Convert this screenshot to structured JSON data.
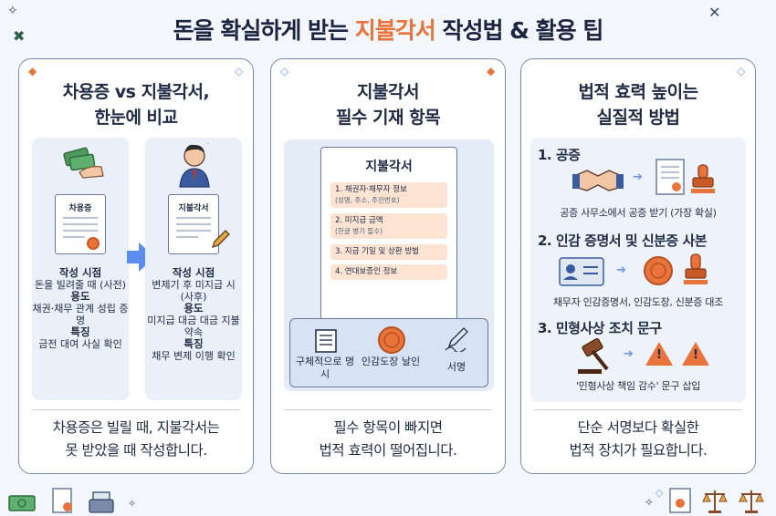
{
  "header": {
    "title_prefix": "돈을 확실하게 받는 ",
    "title_accent": "지불각서",
    "title_suffix": " 작성법 & 활용 팁"
  },
  "panel1": {
    "heading_line1": "차용증 vs 지불각서,",
    "heading_line2": "한눈에 비교",
    "left": {
      "doc_label": "차용증",
      "time_label": "작성 시점",
      "time_value": "돈을 빌려줄 때 (사전)",
      "use_label": "용도",
      "use_value": "채권·채무 관계 성립 증명",
      "feature_label": "특징",
      "feature_value": "금전 대여 사실 확인"
    },
    "right": {
      "doc_label": "지불각서",
      "time_label": "작성 시점",
      "time_value": "변제기 후 미지급 시 (사후)",
      "use_label": "용도",
      "use_value": "미지급 대금 대금 지불 약속",
      "feature_label": "특징",
      "feature_value": "채무 변제 이행 확인"
    },
    "footer_line1": "차용증은 빌릴 때, 지불각서는",
    "footer_line2": "못 받았을 때 작성합니다."
  },
  "panel2": {
    "heading_line1": "지불각서",
    "heading_line2": "필수 기재 항목",
    "doc_title": "지불각서",
    "items": [
      {
        "text": "1. 채권자·채무자 정보",
        "sub": "(성명, 주소, 주민번호)"
      },
      {
        "text": "2. 미지급 금액",
        "sub": "(한글 병기 필수)"
      },
      {
        "text": "3. 지급 기일 및 상환 방법",
        "sub": ""
      },
      {
        "text": "4. 연대보증인 정보",
        "sub": ""
      }
    ],
    "tools": [
      "구체적으로 명시",
      "인감도장 날인",
      "서명"
    ],
    "footer_line1": "필수 항목이 빠지면",
    "footer_line2": "법적 효력이 떨어집니다."
  },
  "panel3": {
    "heading_line1": "법적 효력 높이는",
    "heading_line2": "실질적 방법",
    "steps": [
      {
        "title": "1. 공증",
        "caption": "공증 사무소에서 공증 받기 (가장 확실)"
      },
      {
        "title": "2. 인감 증명서 및 신분증 사본",
        "caption": "채무자 인감증명서, 인감도장, 신분증 대조"
      },
      {
        "title": "3. 민형사상 조치 문구",
        "caption": "'민형사상 책임 감수' 문구 삽입"
      }
    ],
    "footer_line1": "단순 서명보다 확실한",
    "footer_line2": "법적 장치가 필요합니다."
  },
  "colors": {
    "accent": "#e8743b",
    "arrow": "#5b8def",
    "panel_border": "#7a8aa8"
  }
}
